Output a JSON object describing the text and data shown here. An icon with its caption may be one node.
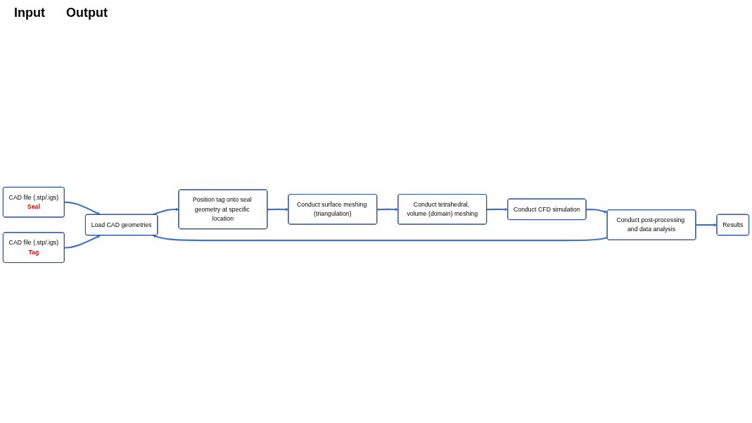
{
  "diagram": {
    "nodes": [
      {
        "text": [
          "CAD file (.stp/.igs)",
          "Seal"
        ]
      },
      {
        "text": [
          "CAD file (.stp/.igs)",
          "Tag"
        ]
      },
      {
        "text": [
          "Load CAD geometries"
        ]
      },
      {
        "text": [
          "Position tag onto seal geometry at specific location"
        ]
      },
      {
        "text": [
          "Conduct surface meshing (triangulation)"
        ]
      },
      {
        "text": [
          "Conduct tetrahedral, volume (domain) meshing"
        ]
      },
      {
        "text": [
          "Conduct CFD simulation"
        ]
      },
      {
        "text": [
          "Conduct post-processing and data analysis"
        ]
      },
      {
        "text": [
          "Results"
        ]
      }
    ],
    "edges": [
      {
        "from": 0,
        "to": 2,
        "arrow": "to"
      },
      {
        "from": 1,
        "to": 2,
        "arrow": "to"
      },
      {
        "from": 2,
        "to": 3,
        "arrow": "to"
      },
      {
        "from": 3,
        "to": 4,
        "arrow": "to"
      },
      {
        "from": 4,
        "to": 5,
        "arrow": "to"
      },
      {
        "from": 5,
        "to": 6,
        "arrow": "to"
      },
      {
        "from": 6,
        "to": 7,
        "arrow": "to"
      },
      {
        "from": 7,
        "to": 2,
        "arrow": "to"
      },
      {
        "from": 7,
        "to": 8,
        "arrow": "to"
      }
    ],
    "labels": [
      "Input",
      "Output"
    ]
  }
}
